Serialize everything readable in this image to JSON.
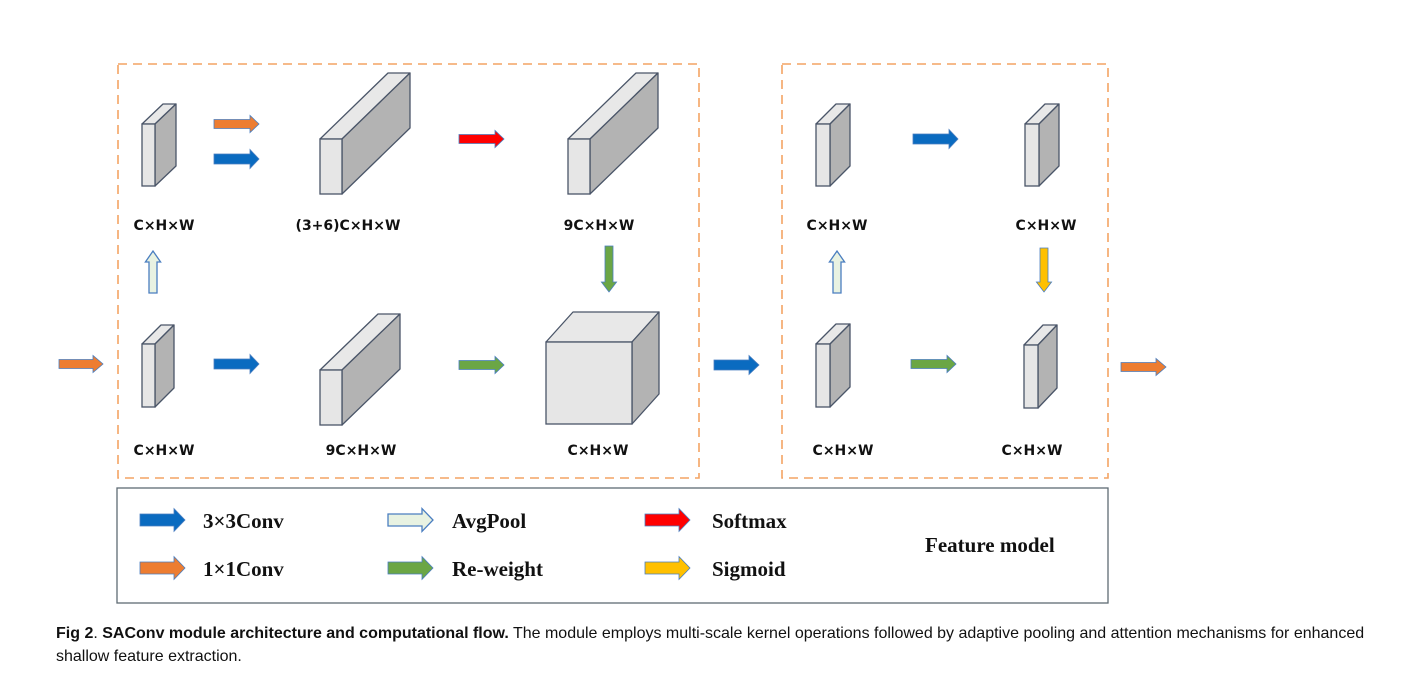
{
  "colors": {
    "conv3x3": "#0A6BC0",
    "conv1x1": "#ED7D31",
    "avgpool": "#E8F2E2",
    "softmax": "#FF0000",
    "reweight": "#6BA645",
    "sigmoid": "#FFC000",
    "arrow_outline": "#4A7EC0",
    "frame_dashed": "#F4A464",
    "block_front": "#E6E6E6",
    "block_side": "#B3B3B3",
    "block_top": "#E8E8E8",
    "block_edge": "#4A5568",
    "legend_border": "#5F6B73"
  },
  "diagram": {
    "input_arrow": {
      "operation": "1x1Conv"
    },
    "between_arrow": {
      "operation": "3x3Conv"
    },
    "output_arrow": {
      "operation": "1x1Conv"
    },
    "module1": {
      "nodes": [
        {
          "id": "m1-top-input",
          "label": "C×H×W",
          "shape": "thin"
        },
        {
          "id": "m1-concat",
          "label": "(3+6)C×H×W",
          "shape": "long"
        },
        {
          "id": "m1-softmax-out",
          "label": "9C×H×W",
          "shape": "long"
        },
        {
          "id": "m1-bottom-input",
          "label": "C×H×W",
          "shape": "thin"
        },
        {
          "id": "m1-conv-out",
          "label": "9C×H×W",
          "shape": "long"
        },
        {
          "id": "m1-output",
          "label": "C×H×W",
          "shape": "cube"
        }
      ],
      "edges": [
        {
          "from": "m1-bottom-input",
          "to": "m1-top-input",
          "operation": "AvgPool"
        },
        {
          "from": "m1-top-input",
          "to": "m1-concat",
          "operation": "1x1Conv"
        },
        {
          "from": "m1-top-input",
          "to": "m1-concat",
          "operation": "3x3Conv"
        },
        {
          "from": "m1-concat",
          "to": "m1-softmax-out",
          "operation": "Softmax"
        },
        {
          "from": "m1-bottom-input",
          "to": "m1-conv-out",
          "operation": "3x3Conv"
        },
        {
          "from": "m1-softmax-out",
          "to": "m1-output",
          "operation": "Re-weight"
        },
        {
          "from": "m1-conv-out",
          "to": "m1-output",
          "operation": "Re-weight"
        }
      ]
    },
    "module2": {
      "nodes": [
        {
          "id": "m2-top-left",
          "label": "C×H×W",
          "shape": "thin"
        },
        {
          "id": "m2-top-right",
          "label": "C×H×W",
          "shape": "thin"
        },
        {
          "id": "m2-bottom-left",
          "label": "C×H×W",
          "shape": "thin"
        },
        {
          "id": "m2-bottom-right",
          "label": "C×H×W",
          "shape": "thin"
        }
      ],
      "edges": [
        {
          "from": "m2-bottom-left",
          "to": "m2-top-left",
          "operation": "AvgPool"
        },
        {
          "from": "m2-top-left",
          "to": "m2-top-right",
          "operation": "3x3Conv"
        },
        {
          "from": "m2-top-right",
          "to": "m2-bottom-right",
          "operation": "Sigmoid"
        },
        {
          "from": "m2-bottom-left",
          "to": "m2-bottom-right",
          "operation": "Re-weight"
        }
      ]
    }
  },
  "legend": {
    "items": [
      {
        "key": "conv3x3",
        "label": "3×3Conv"
      },
      {
        "key": "conv1x1",
        "label": "1×1Conv"
      },
      {
        "key": "avgpool",
        "label": "AvgPool"
      },
      {
        "key": "reweight",
        "label": "Re-weight"
      },
      {
        "key": "softmax",
        "label": "Softmax"
      },
      {
        "key": "sigmoid",
        "label": "Sigmoid"
      }
    ],
    "feature_label": "Feature model"
  },
  "caption": {
    "fig_label": "Fig 2",
    "separator": ". ",
    "title": "SAConv module architecture and computational flow.",
    "body": " The module employs multi-scale kernel operations followed by adaptive pooling and attention mechanisms for enhanced shallow feature extraction."
  }
}
